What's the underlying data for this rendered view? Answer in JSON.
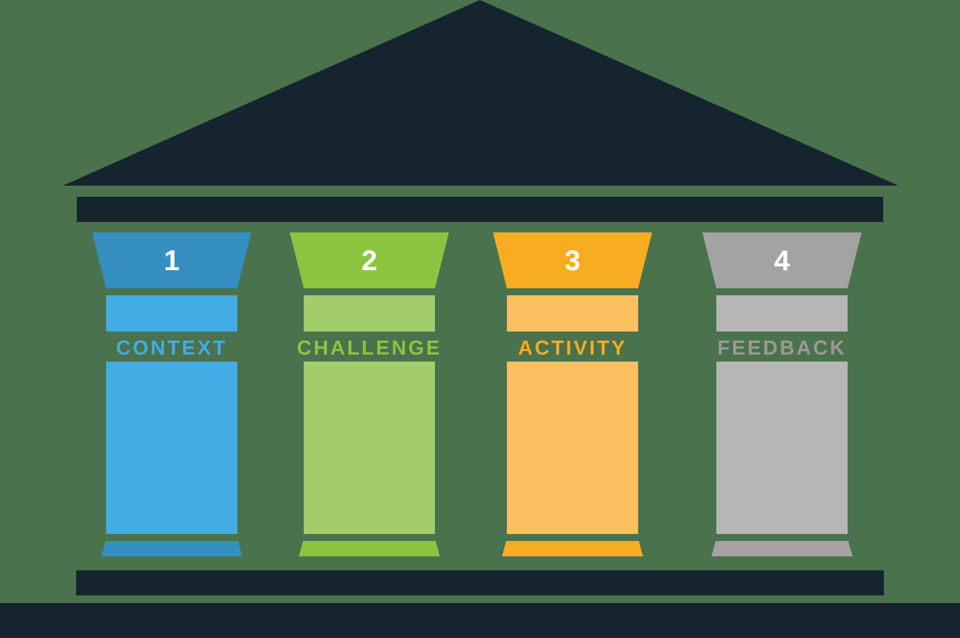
{
  "figure": {
    "background_color": "#49724D",
    "structure_color": "#16242F",
    "number_color": "#FFFFFF"
  },
  "pillars": [
    {
      "number": "1",
      "label": "CONTEXT",
      "color_dark": "#3590C1",
      "color_light": "#41ADE4",
      "label_color": "#41ADE4"
    },
    {
      "number": "2",
      "label": "CHALLENGE",
      "color_dark": "#8BC540",
      "color_light": "#A3CD6B",
      "label_color": "#8BC540"
    },
    {
      "number": "3",
      "label": "ACTIVITY",
      "color_dark": "#F8AC21",
      "color_light": "#FBC05F",
      "label_color": "#F8AC21"
    },
    {
      "number": "4",
      "label": "FEEDBACK",
      "color_dark": "#A5A2A3",
      "color_light": "#B8B5B6",
      "label_color": "#9C999A"
    }
  ]
}
